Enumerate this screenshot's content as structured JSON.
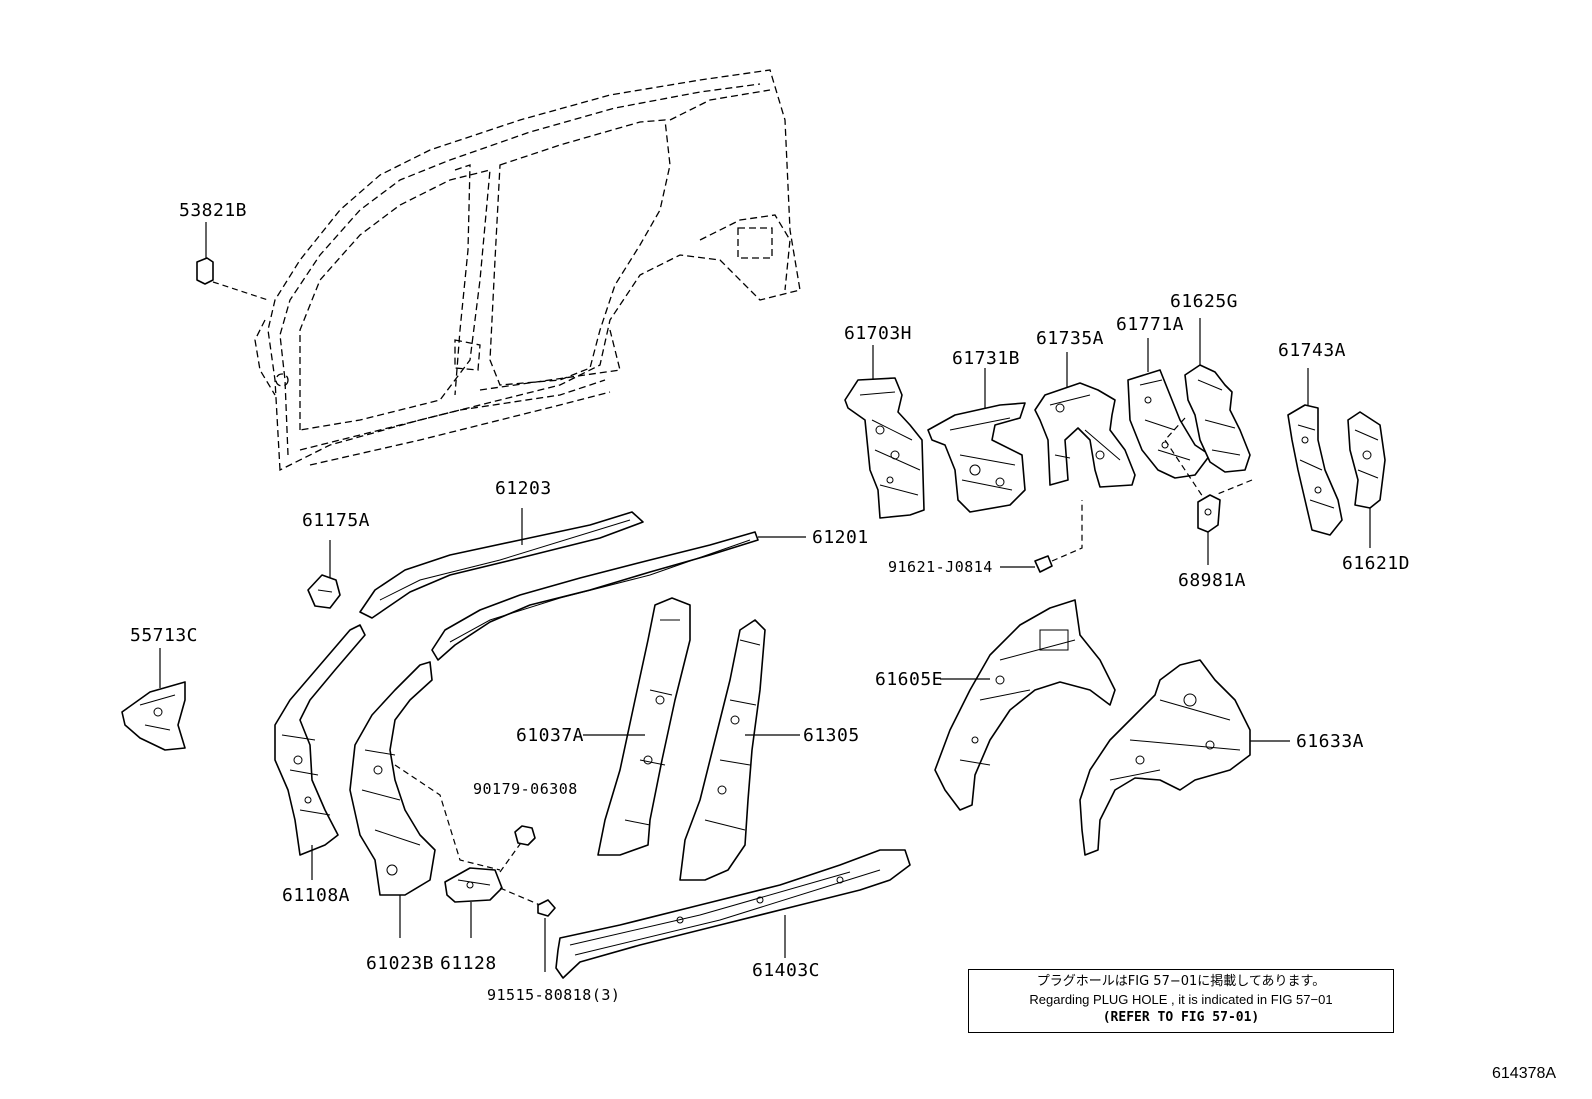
{
  "labels": {
    "p53821B": "53821B",
    "p61703H": "61703H",
    "p61731B": "61731B",
    "p61735A": "61735A",
    "p61771A": "61771A",
    "p61625G": "61625G",
    "p61743A": "61743A",
    "p61203": "61203",
    "p61175A": "61175A",
    "p61201": "61201",
    "p91621": "91621-J0814",
    "p68981A": "68981A",
    "p61621D": "61621D",
    "p55713C": "55713C",
    "p61605E": "61605E",
    "p61633A": "61633A",
    "p61037A": "61037A",
    "p61305": "61305",
    "p90179": "90179-06308",
    "p61108A": "61108A",
    "p61023B": "61023B",
    "p61128": "61128",
    "p91515": "91515-80818(3)",
    "p61403C": "61403C"
  },
  "note": {
    "japanese": "プラグホールはFIG 57−01に掲載してあります。",
    "english": "Regarding PLUG HOLE , it is indicated in FIG 57−01",
    "refer": "(REFER TO FIG 57-01)"
  },
  "figure_id": "614378A"
}
